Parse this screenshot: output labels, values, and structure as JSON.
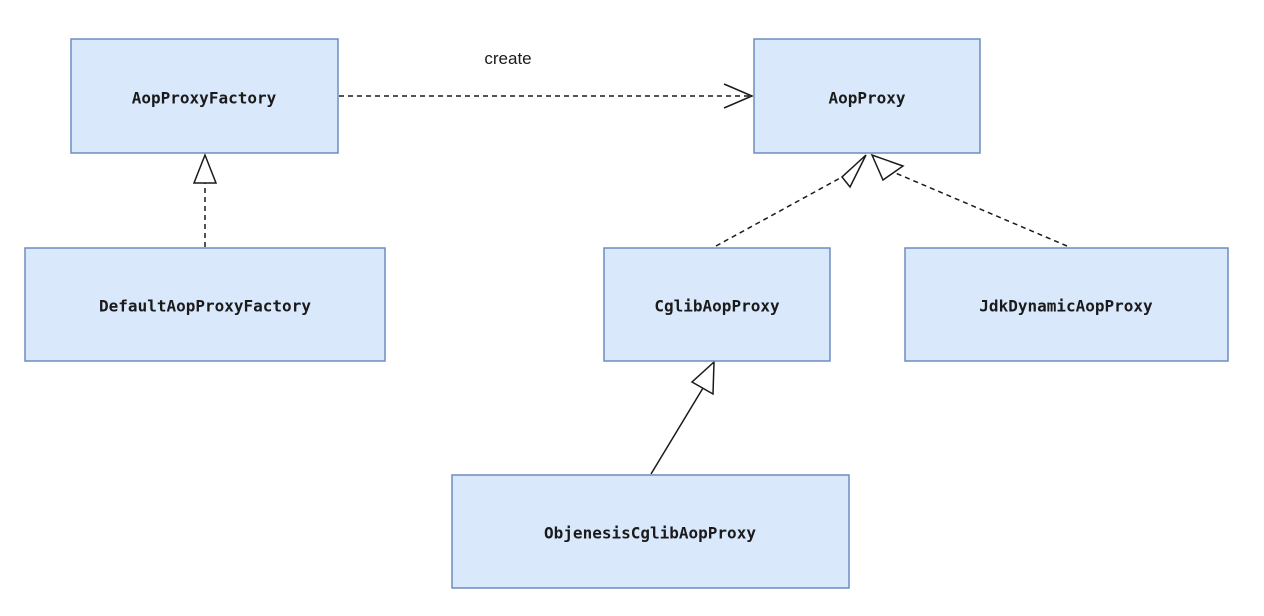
{
  "diagram": {
    "node_fill": "#dae8fc",
    "node_stroke": "#6c8ebf",
    "nodes": {
      "aop_proxy_factory": {
        "label": "AopProxyFactory"
      },
      "aop_proxy": {
        "label": "AopProxy"
      },
      "default_aop_proxy_factory": {
        "label": "DefaultAopProxyFactory"
      },
      "cglib_aop_proxy": {
        "label": "CglibAopProxy"
      },
      "jdk_dynamic_aop_proxy": {
        "label": "JdkDynamicAopProxy"
      },
      "objenesis_cglib_aop_proxy": {
        "label": "ObjenesisCglibAopProxy"
      }
    },
    "edges": {
      "create": {
        "label": "create",
        "from": "AopProxyFactory",
        "to": "AopProxy",
        "style": "dashed",
        "arrow": "open"
      },
      "default_implements": {
        "from": "DefaultAopProxyFactory",
        "to": "AopProxyFactory",
        "style": "dashed",
        "arrow": "hollow-triangle"
      },
      "cglib_implements": {
        "from": "CglibAopProxy",
        "to": "AopProxy",
        "style": "dashed",
        "arrow": "hollow-triangle"
      },
      "jdk_implements": {
        "from": "JdkDynamicAopProxy",
        "to": "AopProxy",
        "style": "dashed",
        "arrow": "hollow-triangle"
      },
      "objenesis_extends": {
        "from": "ObjenesisCglibAopProxy",
        "to": "CglibAopProxy",
        "style": "solid",
        "arrow": "hollow-triangle"
      }
    }
  }
}
